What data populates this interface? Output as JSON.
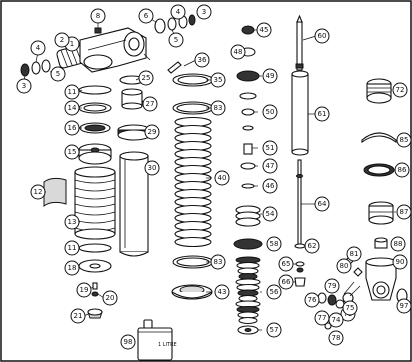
{
  "border_color": "#111111",
  "callout_labels": [
    "1",
    "2",
    "3",
    "4",
    "5",
    "6",
    "8",
    "11",
    "12",
    "13",
    "14",
    "15",
    "16",
    "18",
    "19",
    "20",
    "21",
    "25",
    "27",
    "29",
    "30",
    "35",
    "36",
    "40",
    "43",
    "45",
    "46",
    "47",
    "48",
    "49",
    "50",
    "51",
    "54",
    "56",
    "57",
    "58",
    "60",
    "61",
    "62",
    "64",
    "65",
    "66",
    "72",
    "73",
    "74",
    "75",
    "76",
    "77",
    "78",
    "79",
    "80",
    "81",
    "83",
    "85",
    "86",
    "87",
    "88",
    "90",
    "97",
    "98"
  ],
  "bottle_label": "1 LITRE"
}
